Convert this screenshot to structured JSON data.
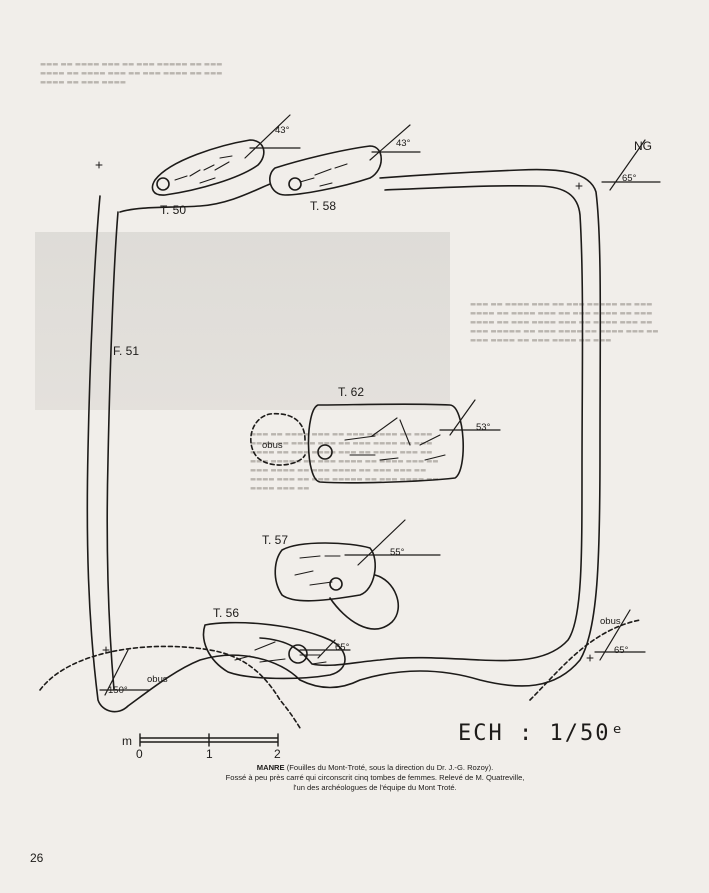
{
  "plan_labels": {
    "t50": "T. 50",
    "t58": "T. 58",
    "t62": "T. 62",
    "t57": "T. 57",
    "t56": "T. 56",
    "f51": "F. 51",
    "obus_left": "obus",
    "obus_bottom": "obus",
    "obus_right": "obus",
    "ng": "NG",
    "angle_43a": "43°",
    "angle_43b": "43°",
    "angle_65_top": "65°",
    "angle_53": "53°",
    "angle_55": "55°",
    "angle_65_bottom": "65°",
    "angle_65_right": "65°",
    "angle_150": "150°"
  },
  "scale": {
    "unit": "m",
    "ticks": [
      "0",
      "1",
      "2"
    ],
    "echelle": "ECH : 1/50ᵉ"
  },
  "caption": {
    "title": "MANRE",
    "text1": " (Fouilles du Mont-Troté, sous la direction du Dr. J.-G. Rozoy).",
    "text2": "Fossé à peu près carré qui circonscrit cinq tombes de femmes. Relevé de M. Quatreville,",
    "text3": "l'un des archéologues de l'équipe du Mont Troté."
  },
  "page_number": "26"
}
